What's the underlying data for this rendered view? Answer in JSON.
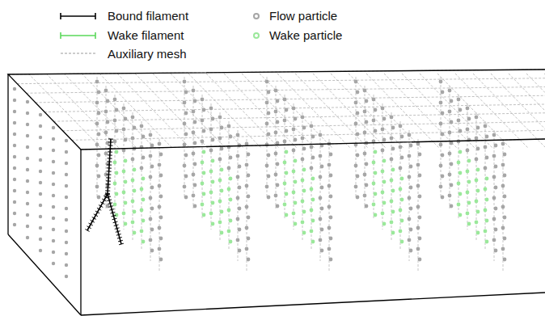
{
  "diagram": {
    "legend": [
      {
        "text": "Bound filament"
      },
      {
        "text": "Wake filament"
      },
      {
        "text": "Auxiliary mesh"
      },
      {
        "text": "Flow particle",
        "color": "#a6a6a6"
      },
      {
        "text": "Wake particle",
        "color": "#9be89b"
      }
    ]
  }
}
